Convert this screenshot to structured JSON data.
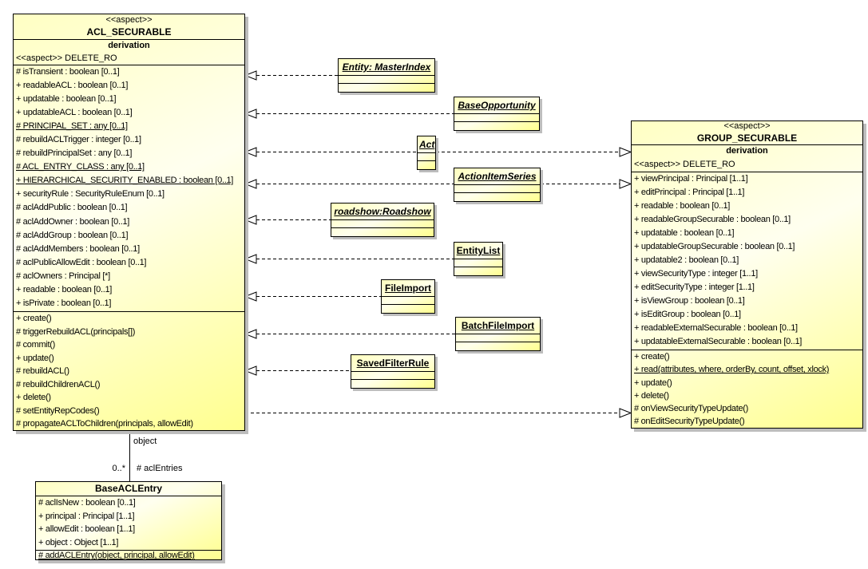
{
  "diagram": {
    "main_class": {
      "stereotype": "<<aspect>>",
      "name": "ACL_SECURABLE",
      "tag": "derivation",
      "substereotype": "<<aspect>> DELETE_RO",
      "attributes": [
        {
          "t": "# isTransient : boolean [0..1]"
        },
        {
          "t": "+ readableACL : boolean [0..1]"
        },
        {
          "t": "+ updatable : boolean [0..1]"
        },
        {
          "t": "+ updatableACL : boolean [0..1]"
        },
        {
          "t": "# PRINCIPAL_SET : any [0..1]",
          "u": true
        },
        {
          "t": "# rebuildACLTrigger : integer [0..1]"
        },
        {
          "t": "# rebuildPrincipalSet : any [0..1]"
        },
        {
          "t": "# ACL_ENTRY_CLASS : any [0..1]",
          "u": true
        },
        {
          "t": "+ HIERARCHICAL_SECURITY_ENABLED : boolean [0..1]",
          "u": true
        },
        {
          "t": "+ securityRule : SecurityRuleEnum [0..1]"
        },
        {
          "t": "# aclAddPublic : boolean [0..1]"
        },
        {
          "t": "# aclAddOwner : boolean [0..1]"
        },
        {
          "t": "# aclAddGroup : boolean [0..1]"
        },
        {
          "t": "# aclAddMembers : boolean [0..1]"
        },
        {
          "t": "# aclPublicAllowEdit : boolean [0..1]"
        },
        {
          "t": "# aclOwners : Principal [*]"
        },
        {
          "t": "+ readable : boolean [0..1]"
        },
        {
          "t": "+ isPrivate : boolean [0..1]"
        }
      ],
      "operations": [
        {
          "t": "+ create()"
        },
        {
          "t": "# triggerRebuildACL(principals[])"
        },
        {
          "t": "# commit()"
        },
        {
          "t": "+ update()"
        },
        {
          "t": "# rebuildACL()"
        },
        {
          "t": "# rebuildChildrenACL()"
        },
        {
          "t": "+ delete()"
        },
        {
          "t": "# setEntityRepCodes()"
        },
        {
          "t": "# propagateACLToChildren(principals, allowEdit)"
        }
      ]
    },
    "group_class": {
      "stereotype": "<<aspect>>",
      "name": "GROUP_SECURABLE",
      "tag": "derivation",
      "substereotype": "<<aspect>> DELETE_RO",
      "attributes": [
        {
          "t": "+ viewPrincipal : Principal [1..1]"
        },
        {
          "t": "+ editPrincipal : Principal [1..1]"
        },
        {
          "t": "+ readable : boolean [0..1]"
        },
        {
          "t": "+ readableGroupSecurable : boolean [0..1]"
        },
        {
          "t": "+ updatable : boolean [0..1]"
        },
        {
          "t": "+ updatableGroupSecurable : boolean [0..1]"
        },
        {
          "t": "+ updatable2 : boolean [0..1]"
        },
        {
          "t": "+ viewSecurityType : integer [1..1]"
        },
        {
          "t": "+ editSecurityType : integer [1..1]"
        },
        {
          "t": "+ isViewGroup : boolean [0..1]"
        },
        {
          "t": "+ isEditGroup : boolean [0..1]"
        },
        {
          "t": "+ readableExternalSecurable : boolean [0..1]"
        },
        {
          "t": "+ updatableExternalSecurable : boolean [0..1]"
        }
      ],
      "operations": [
        {
          "t": "+ create()"
        },
        {
          "t": "+ read(attributes, where, orderBy, count, offset, xlock)",
          "u": true
        },
        {
          "t": "+ update()"
        },
        {
          "t": "+ delete()"
        },
        {
          "t": "# onViewSecurityTypeUpdate()"
        },
        {
          "t": "# onEditSecurityTypeUpdate()"
        }
      ]
    },
    "entry_class": {
      "name": "BaseACLEntry",
      "attributes": [
        {
          "t": "# aclIsNew : boolean [0..1]"
        },
        {
          "t": "+ principal : Principal [1..1]"
        },
        {
          "t": "+ allowEdit : boolean [1..1]"
        },
        {
          "t": "+ object : Object [1..1]"
        }
      ],
      "operations": [
        {
          "t": "# addACLEntry(object, principal, allowEdit)",
          "u": true
        }
      ]
    },
    "suppliers": [
      {
        "name": "Entity: MasterIndex",
        "italic": true
      },
      {
        "name": "BaseOpportunity",
        "italic": true
      },
      {
        "name": "Act",
        "italic": true
      },
      {
        "name": "ActionItemSeries",
        "italic": true
      },
      {
        "name": "roadshow:Roadshow",
        "italic": true
      },
      {
        "name": "EntityList",
        "italic": false
      },
      {
        "name": "FileImport",
        "italic": false
      },
      {
        "name": "BatchFileImport",
        "italic": false
      },
      {
        "name": "SavedFilterRule",
        "italic": false
      }
    ],
    "association": {
      "object_label": "object",
      "multiplicity": "0..*",
      "aclentries_label": "# aclEntries"
    },
    "colors": {
      "class_fill_light": "#ffffef",
      "class_fill_yellow": "#ffff8f",
      "border": "#000000",
      "shadow": "#bdbdbd",
      "background": "#ffffff"
    }
  }
}
